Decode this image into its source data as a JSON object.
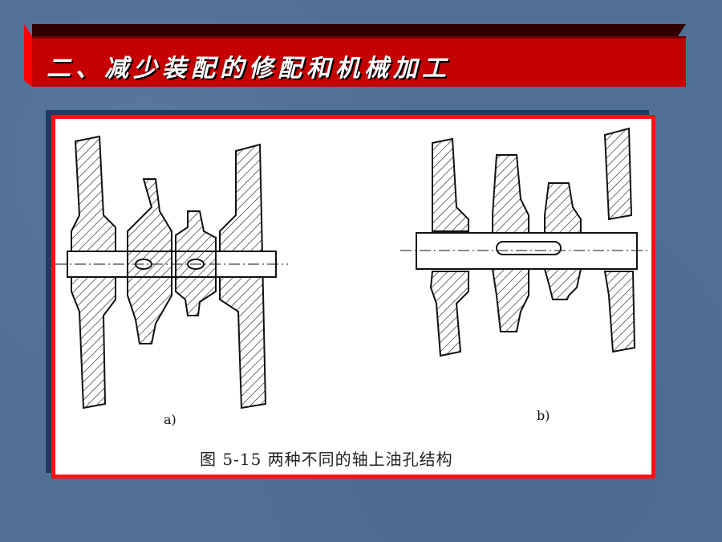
{
  "slide": {
    "title": "二、减少装配的修配和机械加工"
  },
  "figure": {
    "label_a": "a)",
    "label_b": "b)",
    "caption": "图 5-15   两种不同的轴上油孔结构"
  },
  "colors": {
    "title_bar": "#c50000",
    "frame_border": "#ff1010",
    "background": "#4f6f95"
  }
}
